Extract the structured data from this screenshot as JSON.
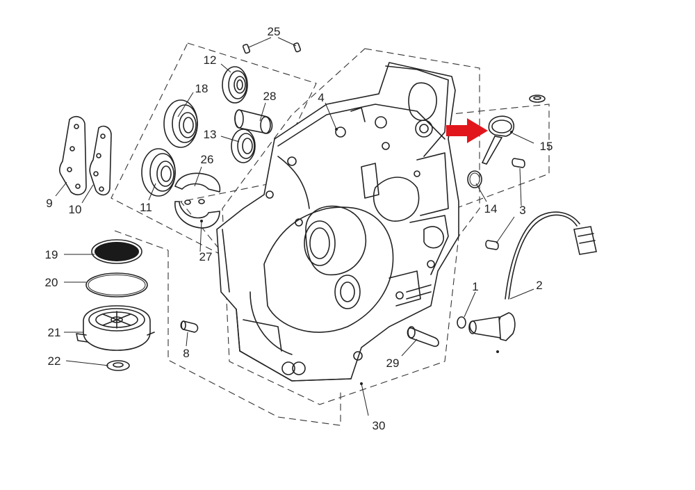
{
  "callouts": [
    {
      "id": "c1",
      "text": "1"
    },
    {
      "id": "c2",
      "text": "2"
    },
    {
      "id": "c3",
      "text": "3"
    },
    {
      "id": "c4",
      "text": "4"
    },
    {
      "id": "c8",
      "text": "8"
    },
    {
      "id": "c9",
      "text": "9"
    },
    {
      "id": "c10",
      "text": "10"
    },
    {
      "id": "c11",
      "text": "11"
    },
    {
      "id": "c12",
      "text": "12"
    },
    {
      "id": "c13",
      "text": "13"
    },
    {
      "id": "c14",
      "text": "14"
    },
    {
      "id": "c15",
      "text": "15"
    },
    {
      "id": "c18",
      "text": "18"
    },
    {
      "id": "c19",
      "text": "19"
    },
    {
      "id": "c20",
      "text": "20"
    },
    {
      "id": "c21",
      "text": "21"
    },
    {
      "id": "c22",
      "text": "22"
    },
    {
      "id": "c25",
      "text": "25"
    },
    {
      "id": "c26",
      "text": "26"
    },
    {
      "id": "c27",
      "text": "27"
    },
    {
      "id": "c28",
      "text": "28"
    },
    {
      "id": "c29",
      "text": "29"
    },
    {
      "id": "c30",
      "text": "30"
    }
  ],
  "highlight": {
    "color": "#e1161c",
    "target": "15"
  }
}
